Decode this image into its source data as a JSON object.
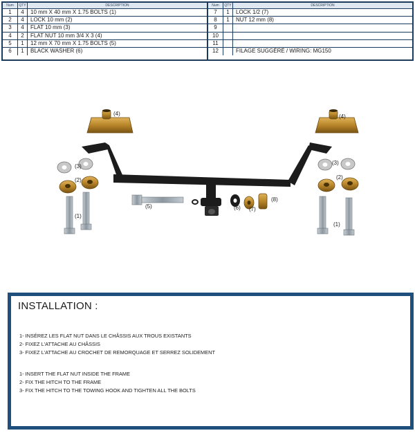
{
  "table": {
    "headers": {
      "num": "Num",
      "qty": "QTY",
      "description": "DESCRIPTION"
    },
    "left_rows": [
      {
        "num": "1",
        "qty": "4",
        "description": " 10 mm X 40 mm X 1.75 BOLTS (1)"
      },
      {
        "num": "2",
        "qty": "4",
        "description": "LOCK 10 mm (2)"
      },
      {
        "num": "3",
        "qty": "4",
        "description": "FLAT 10 mm (3)"
      },
      {
        "num": "4",
        "qty": "2",
        "description": "FLAT NUT 10 mm  3/4 X 3 (4)"
      },
      {
        "num": "5",
        "qty": "1",
        "description": "12 mm X 70 mm X 1.75 BOLTS (5)"
      },
      {
        "num": "6",
        "qty": "1",
        "description": "BLACK WASHER (6)"
      }
    ],
    "right_rows": [
      {
        "num": "7",
        "qty": "1",
        "description": "LOCK 1/2 (7)"
      },
      {
        "num": "8",
        "qty": "1",
        "description": "NUT 12 mm (8)"
      },
      {
        "num": "9",
        "qty": "",
        "description": ""
      },
      {
        "num": "10",
        "qty": "",
        "description": ""
      },
      {
        "num": "11",
        "qty": "",
        "description": ""
      },
      {
        "num": "12",
        "qty": "",
        "description": " FILAGE SUGGÉRÉ / WIRING: MG150"
      }
    ]
  },
  "diagram": {
    "callouts": {
      "c4_left": "(4)",
      "c4_right": "(4)",
      "c3_left": "(3)",
      "c3_right": "(3)",
      "c2_left": "(2)",
      "c2_right": "(2)",
      "c1_left": "(1)",
      "c1_right": "(1)",
      "c5": "(5)",
      "c6": "(6)",
      "c7": "(7)",
      "c8": "(8)"
    }
  },
  "installation": {
    "title": "INSTALLATION :",
    "fr_steps": [
      "1- INSÉREZ LES FLAT NUT DANS LE CHÂSSIS  AUX TROUS EXISTANTS",
      "2- FIXEZ L'ATTACHE AU CHÂSSIS",
      "3- FIXEZ L'ATTACHE AU CROCHET DE REMORQUAGE ET SERREZ SOLIDEMENT"
    ],
    "en_steps": [
      "1- INSERT THE FLAT NUT INSIDE THE FRAME",
      "2-  FIX THE HITCH TO THE FRAME",
      "3- FIX THE HITCH TO THE TOWING HOOK AND TIGHTEN ALL THE BOLTS"
    ]
  },
  "colors": {
    "table_border": "#1b3a5c",
    "install_border": "#1f4f7d",
    "hitch": "#1c1c1c",
    "brass": "#b8862a",
    "steel": "#9aa4ad"
  }
}
